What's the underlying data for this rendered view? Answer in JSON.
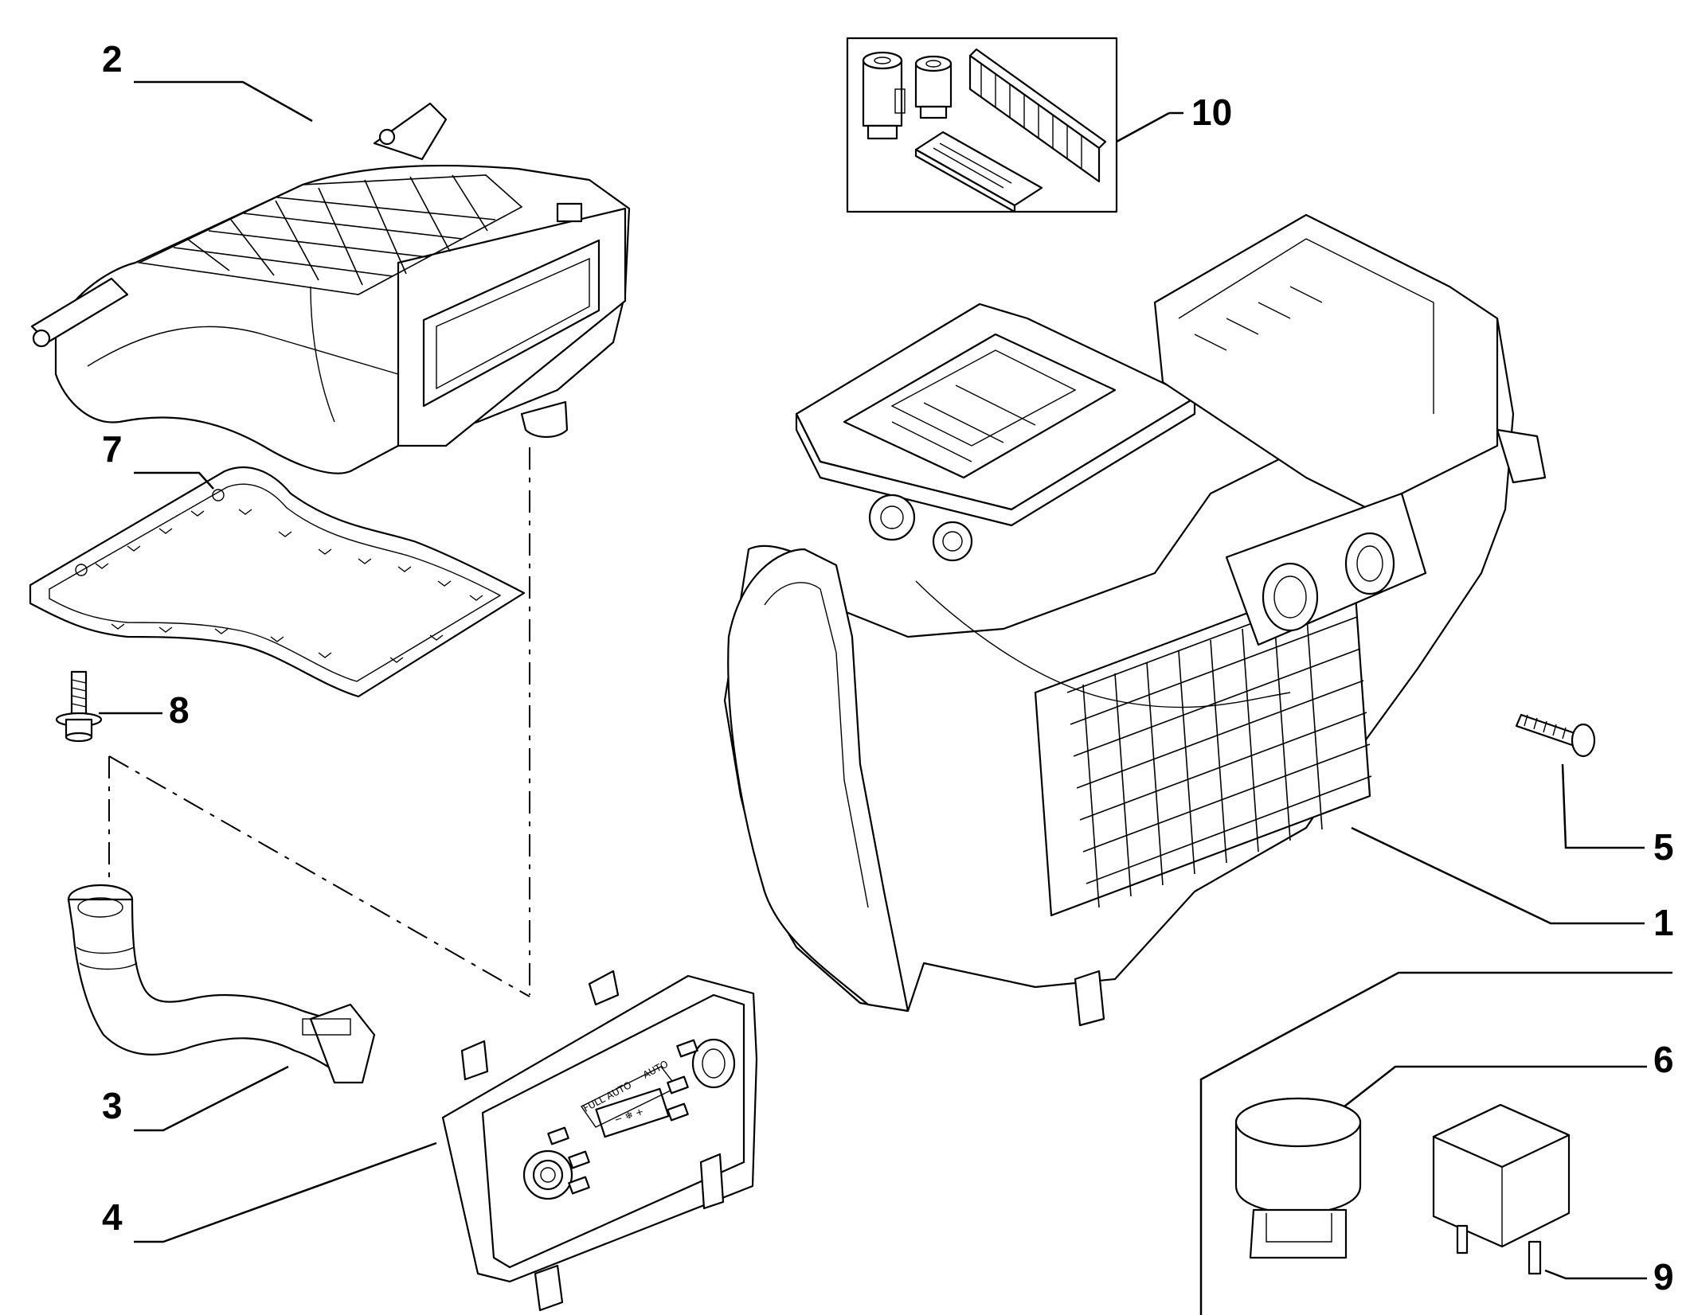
{
  "callouts": {
    "c1": "1",
    "c2": "2",
    "c3": "3",
    "c4": "4",
    "c5": "5",
    "c6": "6",
    "c7": "7",
    "c8": "8",
    "c9": "9",
    "c10": "10"
  },
  "control_panel": {
    "mode_label": "FULL AUTO",
    "auto_label": "AUTO"
  }
}
